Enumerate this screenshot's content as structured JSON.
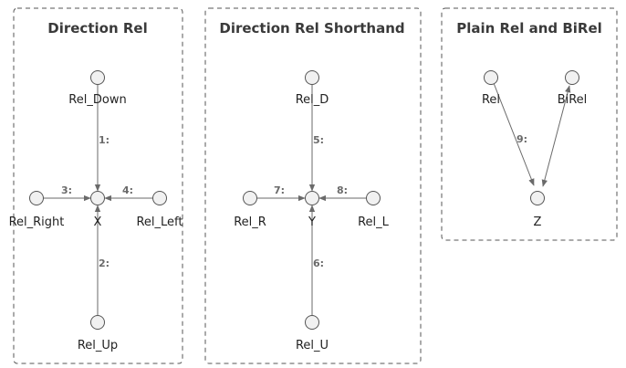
{
  "panels": [
    {
      "title": "Direction Rel",
      "nodes": {
        "top": "Rel_Down",
        "left": "Rel_Right",
        "center": "X",
        "right": "Rel_Left",
        "bottom": "Rel_Up"
      },
      "edges": {
        "top": "1:",
        "bottom": "2:",
        "left": "3:",
        "right": "4:"
      }
    },
    {
      "title": "Direction Rel Shorthand",
      "nodes": {
        "top": "Rel_D",
        "left": "Rel_R",
        "center": "Y",
        "right": "Rel_L",
        "bottom": "Rel_U"
      },
      "edges": {
        "top": "5:",
        "bottom": "6:",
        "left": "7:",
        "right": "8:"
      }
    },
    {
      "title": "Plain Rel and BiRel",
      "nodes": {
        "left": "Rel",
        "right": "BiRel",
        "bottom": "Z"
      },
      "edges": {
        "left": "9:"
      }
    }
  ],
  "colors": {
    "border": "#555555",
    "node_fill": "#f1f1f1",
    "edge": "#6a6a6a",
    "title": "#3a3a3a"
  }
}
